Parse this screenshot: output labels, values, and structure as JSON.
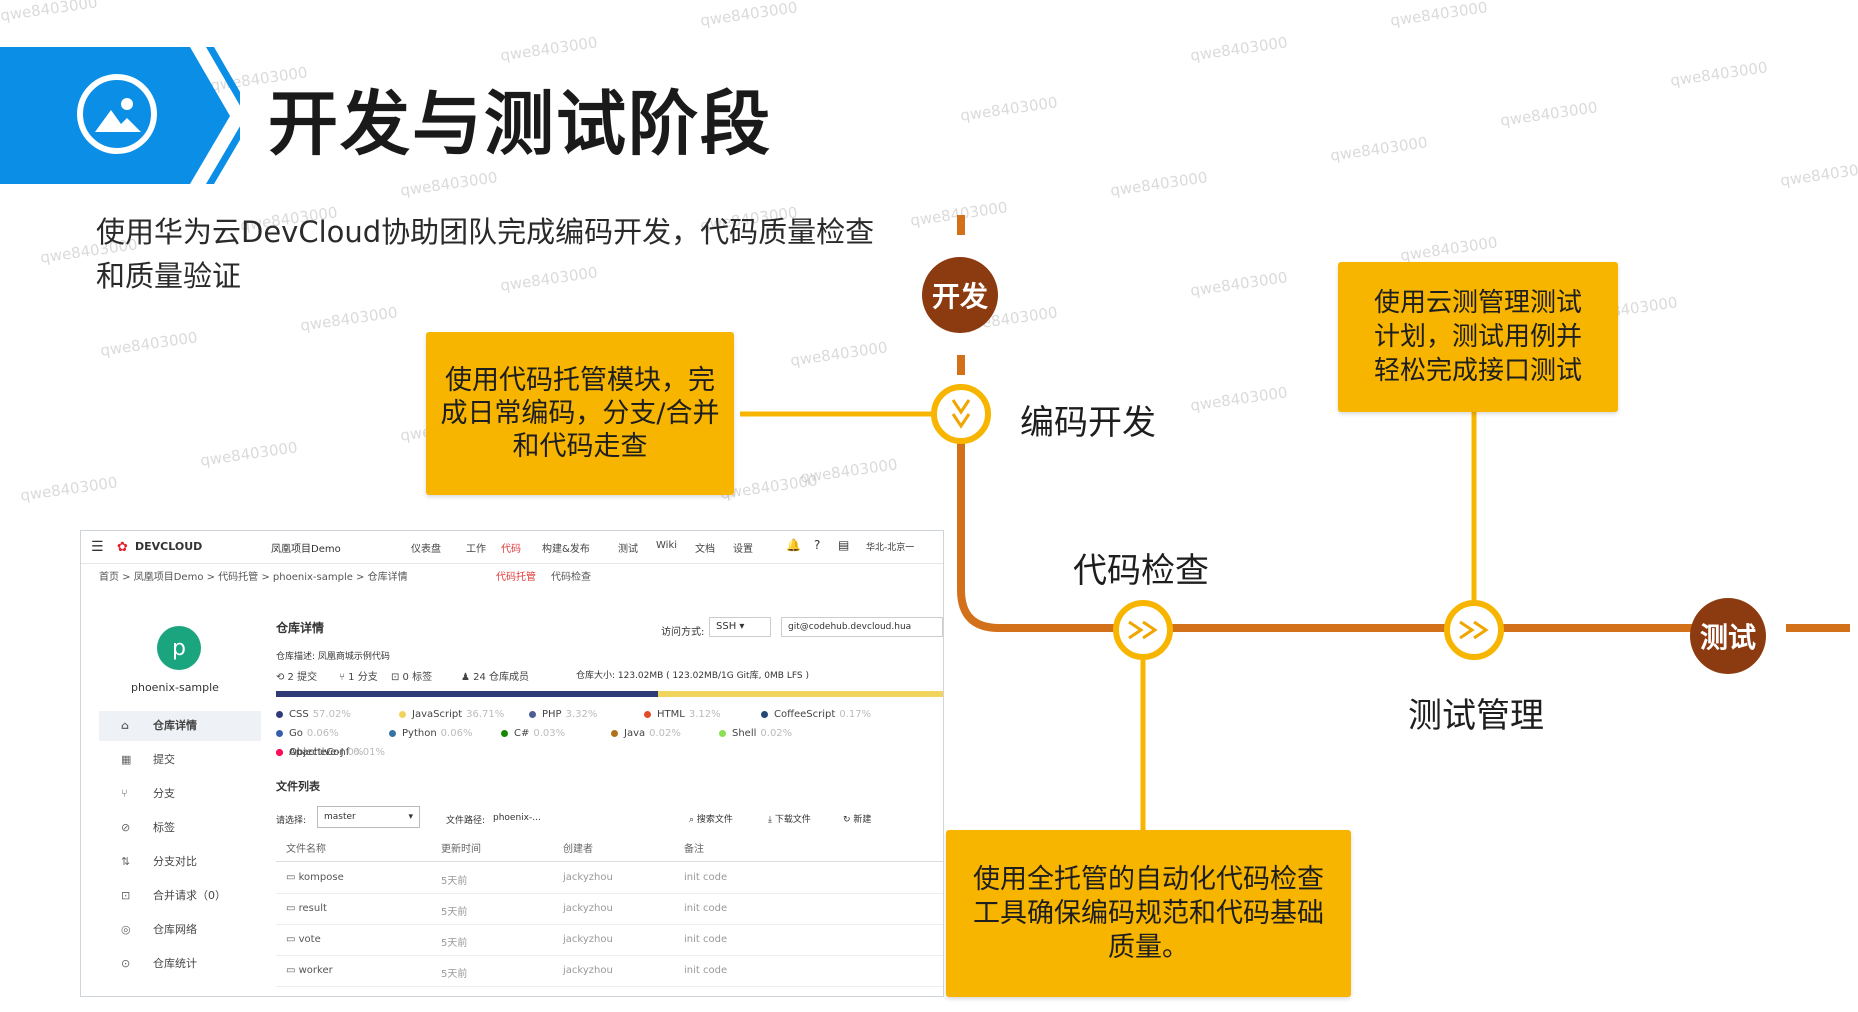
{
  "header": {
    "title": "开发与测试阶段",
    "subtitle": "使用华为云DevCloud协助团队完成编码开发，代码质量检查和质量验证",
    "icon": "image-icon",
    "accent": "#0b8ee6"
  },
  "callouts": {
    "code_hosting": "使用代码托管模块，完成日常编码，分支/合并和代码走查",
    "test_mgmt": "使用云测管理测试计划，测试用例并轻松完成接口测试",
    "code_check": "使用全托管的自动化代码检查工具确保编码规范和代码基础质量。"
  },
  "flow": {
    "phase_dev": "开发",
    "phase_test": "测试",
    "node_coding": "编码开发",
    "node_code_check": "代码检查",
    "node_test_mgmt": "测试管理",
    "line_color": "#d2711a",
    "node_color": "#f7b500"
  },
  "screenshot": {
    "brand": "DEVCLOUD",
    "project": "凤凰项目Demo",
    "nav": [
      "仪表盘",
      "工作",
      "代码",
      "构建&发布",
      "测试",
      "Wiki",
      "文档",
      "设置"
    ],
    "region": "华北-北京一",
    "breadcrumb": "首页 > 凤凰项目Demo > 代码托管 > phoenix-sample > 仓库详情",
    "subtabs": [
      "代码托管",
      "代码检查"
    ],
    "repo_name": "phoenix-sample",
    "avatar_letter": "p",
    "sidebar": [
      "仓库详情",
      "提交",
      "分支",
      "标签",
      "分支对比",
      "合并请求（0）",
      "仓库网络",
      "仓库统计"
    ],
    "section_title": "仓库详情",
    "access_label": "访问方式:",
    "access_value": "SSH",
    "clone_url": "git@codehub.devcloud.hua",
    "repo_desc": "仓库描述:  凤凰商城示例代码",
    "stats": [
      "2 提交",
      "1 分支",
      "0 标签",
      "24 仓库成员"
    ],
    "repo_size": "仓库大小:    123.02MB ( 123.02MB/1G Git库,  0MB LFS )",
    "languages": [
      {
        "name": "CSS",
        "pct": "57.02%",
        "color": "#2f3b77"
      },
      {
        "name": "JavaScript",
        "pct": "36.71%",
        "color": "#f1d45b"
      },
      {
        "name": "PHP",
        "pct": "3.32%",
        "color": "#4f5d95"
      },
      {
        "name": "HTML",
        "pct": "3.12%",
        "color": "#e34c26"
      },
      {
        "name": "CoffeeScript",
        "pct": "0.17%",
        "color": "#244776"
      },
      {
        "name": "Go",
        "pct": "0.06%",
        "color": "#375eab"
      },
      {
        "name": "Python",
        "pct": "0.06%",
        "color": "#3572a5"
      },
      {
        "name": "C#",
        "pct": "0.03%",
        "color": "#178600"
      },
      {
        "name": "Java",
        "pct": "0.02%",
        "color": "#b07219"
      },
      {
        "name": "Shell",
        "pct": "0.02%",
        "color": "#89e051"
      },
      {
        "name": "ApacheConf",
        "pct": "0.01%",
        "color": "#d12127"
      },
      {
        "name": "Objective-J",
        "pct": "0%",
        "color": "#ff0c5a"
      }
    ],
    "files_title": "文件列表",
    "branch_label": "请选择:",
    "branch_value": "master",
    "path_label": "文件路径:",
    "path_value": "phoenix-...",
    "actions": [
      "搜索文件",
      "下载文件",
      "新建"
    ],
    "columns": [
      "文件名称",
      "更新时间",
      "创建者",
      "备注"
    ],
    "files": [
      {
        "name": "kompose",
        "time": "5天前",
        "author": "jackyzhou",
        "note": "init code"
      },
      {
        "name": "result",
        "time": "5天前",
        "author": "jackyzhou",
        "note": "init code"
      },
      {
        "name": "vote",
        "time": "5天前",
        "author": "jackyzhou",
        "note": "init code"
      },
      {
        "name": "worker",
        "time": "5天前",
        "author": "jackyzhou",
        "note": "init code"
      }
    ]
  },
  "watermark": "qwe8403000"
}
